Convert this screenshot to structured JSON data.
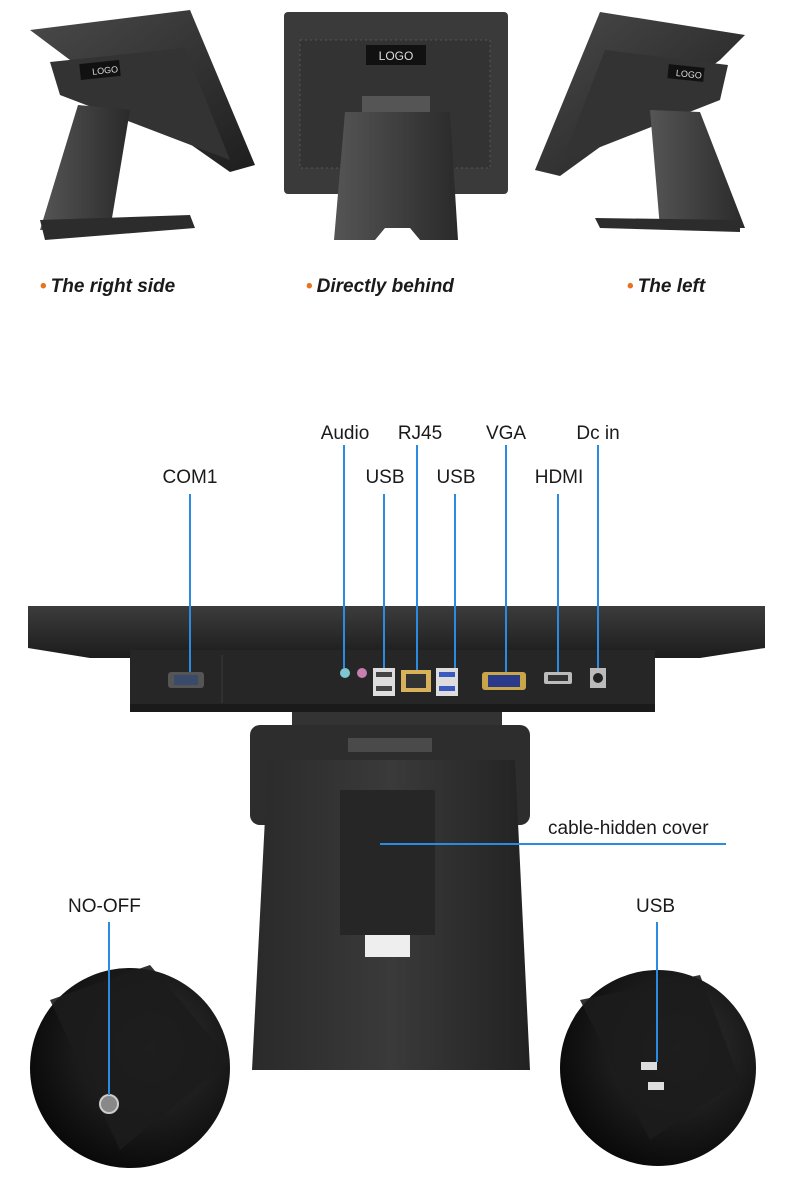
{
  "views": [
    {
      "caption": "The right side"
    },
    {
      "caption": "Directly behind",
      "logo": "LOGO"
    },
    {
      "caption": "The left"
    }
  ],
  "small_view_logo": "LOGO",
  "ports_top_row": {
    "audio": "Audio",
    "rj45": "RJ45",
    "vga": "VGA",
    "dc_in": "Dc in"
  },
  "ports_second_row": {
    "com1": "COM1",
    "usb_left": "USB",
    "usb_right": "USB",
    "hdmi": "HDMI"
  },
  "cover_label": "cable-hidden cover",
  "detail_left_label": "NO-OFF",
  "detail_right_label": "USB",
  "colors": {
    "accent_dot": "#e8731f",
    "leader_line": "#2a8be0",
    "device_body": "#2b2b2b"
  }
}
